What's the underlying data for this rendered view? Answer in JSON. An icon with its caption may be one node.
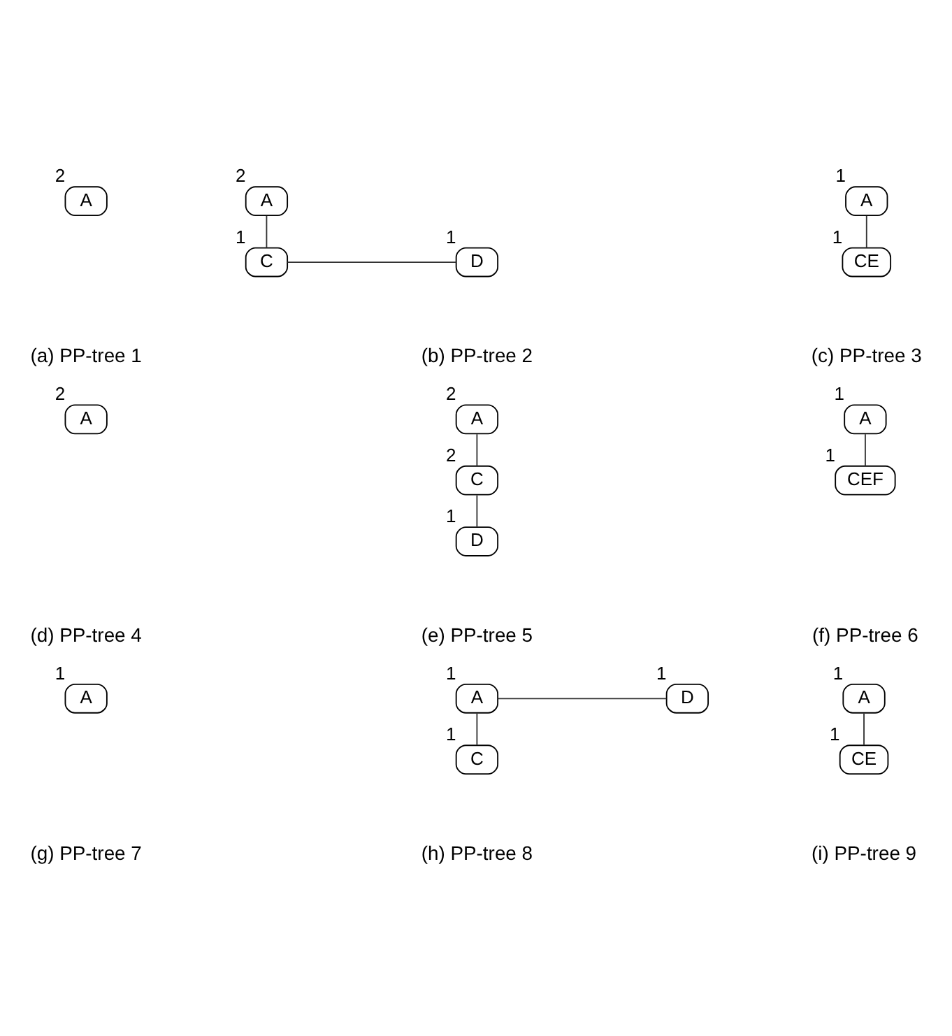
{
  "diagram": {
    "nodes": [
      {
        "text": [
          "A"
        ],
        "beside": [
          "2"
        ]
      },
      {
        "text": [
          "A"
        ],
        "beside": [
          "2"
        ]
      },
      {
        "text": [
          "C"
        ],
        "beside": [
          "1"
        ]
      },
      {
        "text": [
          "D"
        ],
        "beside": [
          "1"
        ]
      },
      {
        "text": [
          "A"
        ],
        "beside": [
          "1"
        ]
      },
      {
        "text": [
          "CE"
        ],
        "beside": [
          "1"
        ]
      },
      {
        "text": [
          "A"
        ],
        "beside": [
          "2"
        ]
      },
      {
        "text": [
          "A"
        ],
        "beside": [
          "2"
        ]
      },
      {
        "text": [
          "C"
        ],
        "beside": [
          "2"
        ]
      },
      {
        "text": [
          "D"
        ],
        "beside": [
          "1"
        ]
      },
      {
        "text": [
          "A"
        ],
        "beside": [
          "1"
        ]
      },
      {
        "text": [
          "CEF"
        ],
        "beside": [
          "1"
        ]
      },
      {
        "text": [
          "A"
        ],
        "beside": [
          "1"
        ]
      },
      {
        "text": [
          "A"
        ],
        "beside": [
          "1"
        ]
      },
      {
        "text": [
          "D"
        ],
        "beside": [
          "1"
        ]
      },
      {
        "text": [
          "C"
        ],
        "beside": [
          "1"
        ]
      },
      {
        "text": [
          "A"
        ],
        "beside": [
          "1"
        ]
      },
      {
        "text": [
          "CE"
        ],
        "beside": [
          "1"
        ]
      }
    ],
    "edges": [
      {
        "from": 1,
        "to": 2,
        "arrow": "none"
      },
      {
        "from": 2,
        "to": 3,
        "arrow": "none"
      },
      {
        "from": 4,
        "to": 5,
        "arrow": "none"
      },
      {
        "from": 7,
        "to": 8,
        "arrow": "none"
      },
      {
        "from": 8,
        "to": 9,
        "arrow": "none"
      },
      {
        "from": 10,
        "to": 11,
        "arrow": "none"
      },
      {
        "from": 13,
        "to": 14,
        "arrow": "none"
      },
      {
        "from": 13,
        "to": 15,
        "arrow": "none"
      },
      {
        "from": 16,
        "to": 17,
        "arrow": "none"
      }
    ],
    "labels": [
      "(a) PP-tree 1",
      "(b) PP-tree 2",
      "(c) PP-tree 3",
      "(d) PP-tree 4",
      "(e) PP-tree 5",
      "(f) PP-tree 6",
      "(g) PP-tree 7",
      "(h) PP-tree 8",
      "(i) PP-tree 9"
    ]
  }
}
